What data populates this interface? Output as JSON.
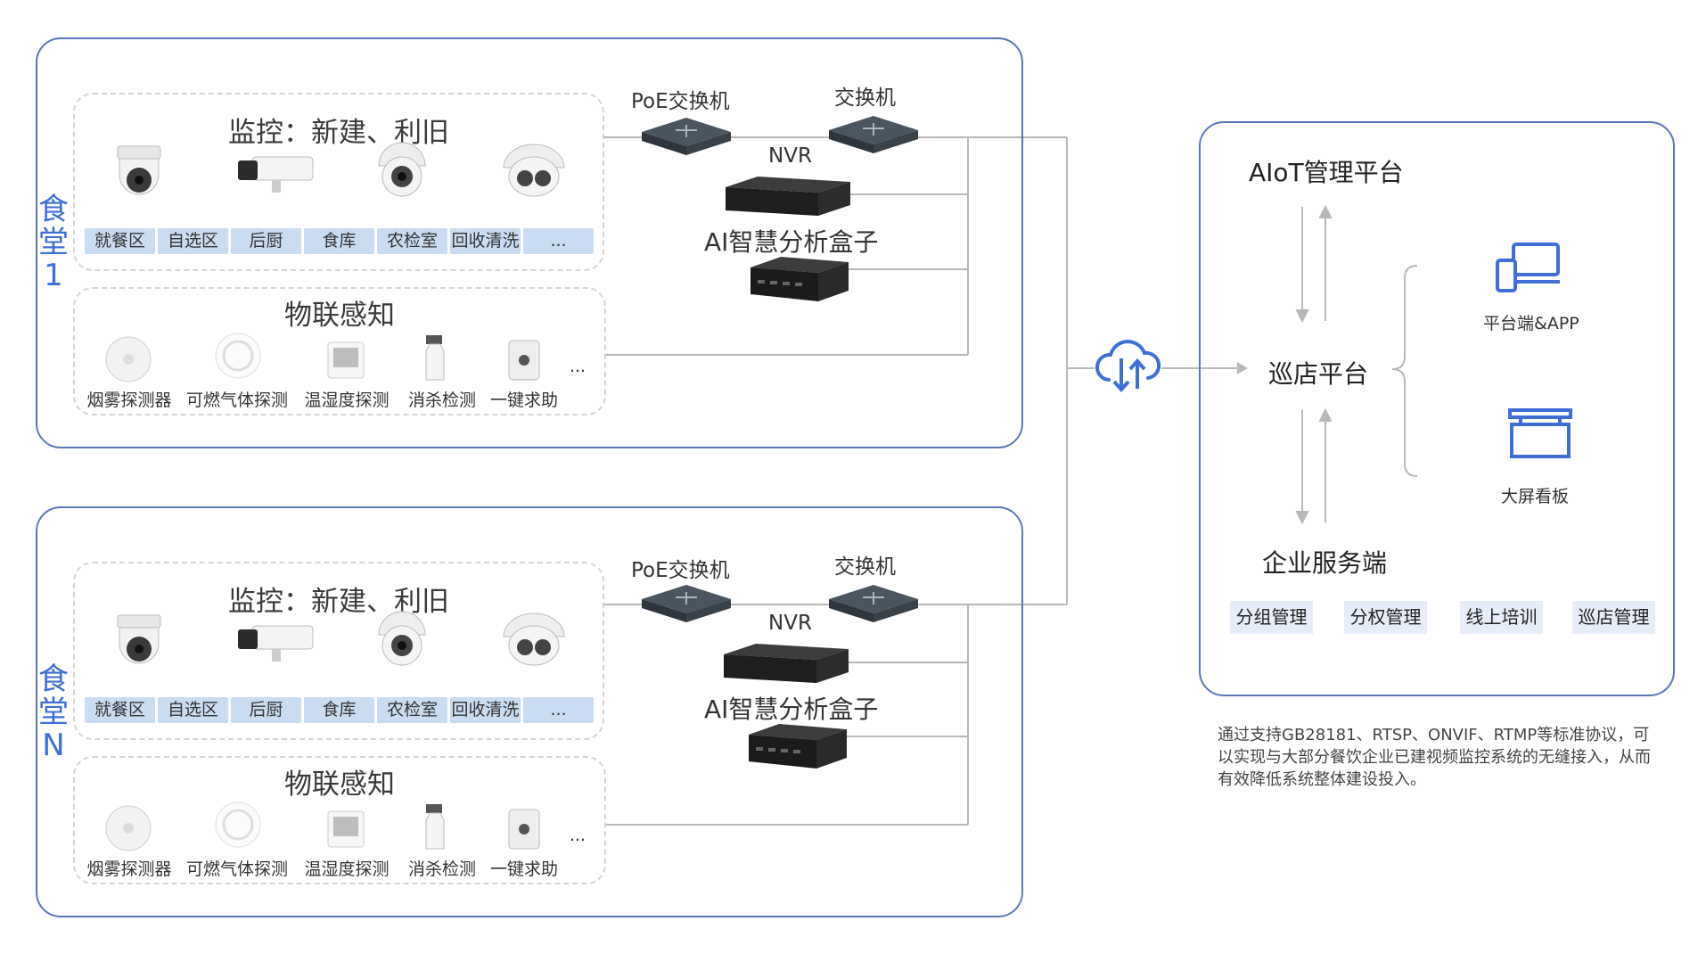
{
  "sites": [
    {
      "label": "食堂1",
      "label_chars": [
        "食",
        "堂",
        "1"
      ],
      "monitoring": {
        "title": "监控：新建、利旧",
        "zones": [
          "就餐区",
          "自选区",
          "后厨",
          "食库",
          "农检室",
          "回收清洗",
          "..."
        ]
      },
      "iot": {
        "title": "物联感知",
        "sensors": [
          "烟雾探测器",
          "可燃气体探测",
          "温湿度探测",
          "消杀检测",
          "一键求助"
        ],
        "more": "..."
      },
      "devices": {
        "poe_switch": "PoE交换机",
        "switch": "交换机",
        "nvr": "NVR",
        "ai_box": "AI智慧分析盒子"
      }
    },
    {
      "label": "食堂N",
      "label_chars": [
        "食",
        "堂",
        "N"
      ],
      "monitoring": {
        "title": "监控：新建、利旧",
        "zones": [
          "就餐区",
          "自选区",
          "后厨",
          "食库",
          "农检室",
          "回收清洗",
          "..."
        ]
      },
      "iot": {
        "title": "物联感知",
        "sensors": [
          "烟雾探测器",
          "可燃气体探测",
          "温湿度探测",
          "消杀检测",
          "一键求助"
        ],
        "more": "..."
      },
      "devices": {
        "poe_switch": "PoE交换机",
        "switch": "交换机",
        "nvr": "NVR",
        "ai_box": "AI智慧分析盒子"
      }
    }
  ],
  "platform": {
    "aiot": "AIoT管理平台",
    "patrol": "巡店平台",
    "enterprise": "企业服务端",
    "terminals": [
      "平台端&APP",
      "大屏看板"
    ],
    "services": [
      "分组管理",
      "分权管理",
      "线上培训",
      "巡店管理"
    ]
  },
  "note": "通过支持GB28181、RTSP、ONVIF、RTMP等标准协议，可以实现与大部分餐饮企业已建视频监控系统的无缝接入，从而有效降低系统整体建设投入。",
  "colors": {
    "accent": "#3d6fd6",
    "border": "#5a78b8",
    "chip": "#c9dcf2",
    "line": "#bdbdbd"
  }
}
